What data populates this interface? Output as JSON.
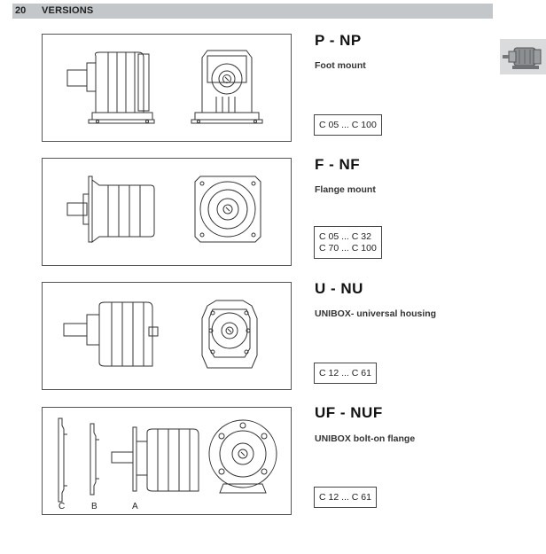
{
  "header": {
    "page_number": "20",
    "section_title": "VERSIONS"
  },
  "versions": [
    {
      "code": "P - NP",
      "description": "Foot mount",
      "range": [
        "C 05 ... C 100"
      ]
    },
    {
      "code": "F - NF",
      "description": "Flange mount",
      "range": [
        "C 05 ... C 32",
        "C 70 ... C 100"
      ]
    },
    {
      "code": "U - NU",
      "description": "UNIBOX- universal housing",
      "range": [
        "C 12 ... C 61"
      ]
    },
    {
      "code": "UF - NUF",
      "description": "UNIBOX bolt-on flange",
      "range": [
        "C 12 ... C 61"
      ]
    }
  ],
  "flange_labels": [
    "C",
    "B",
    "A"
  ],
  "colors": {
    "header_bg": "#c3c7ca",
    "line": "#444444",
    "thumb_bg": "#d9dbdd"
  }
}
